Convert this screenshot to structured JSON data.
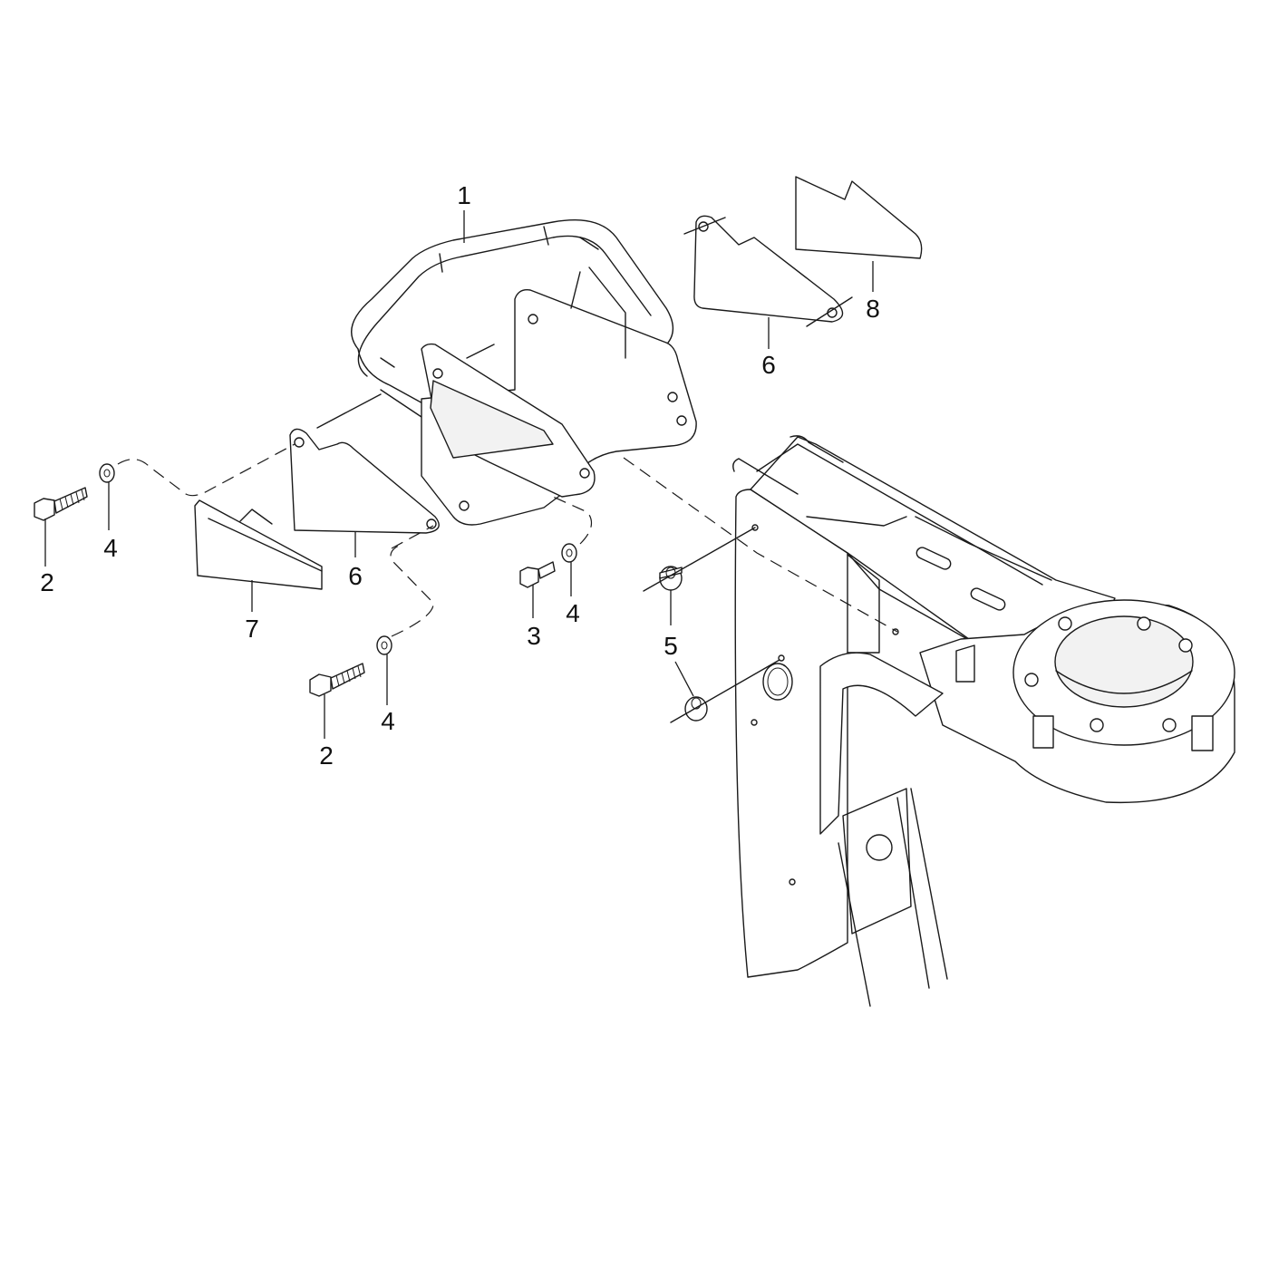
{
  "callouts": {
    "c1": "1",
    "c2a": "2",
    "c2b": "2",
    "c3": "3",
    "c4a": "4",
    "c4b": "4",
    "c4c": "4",
    "c5": "5",
    "c6a": "6",
    "c6b": "6",
    "c7": "7",
    "c8": "8"
  }
}
